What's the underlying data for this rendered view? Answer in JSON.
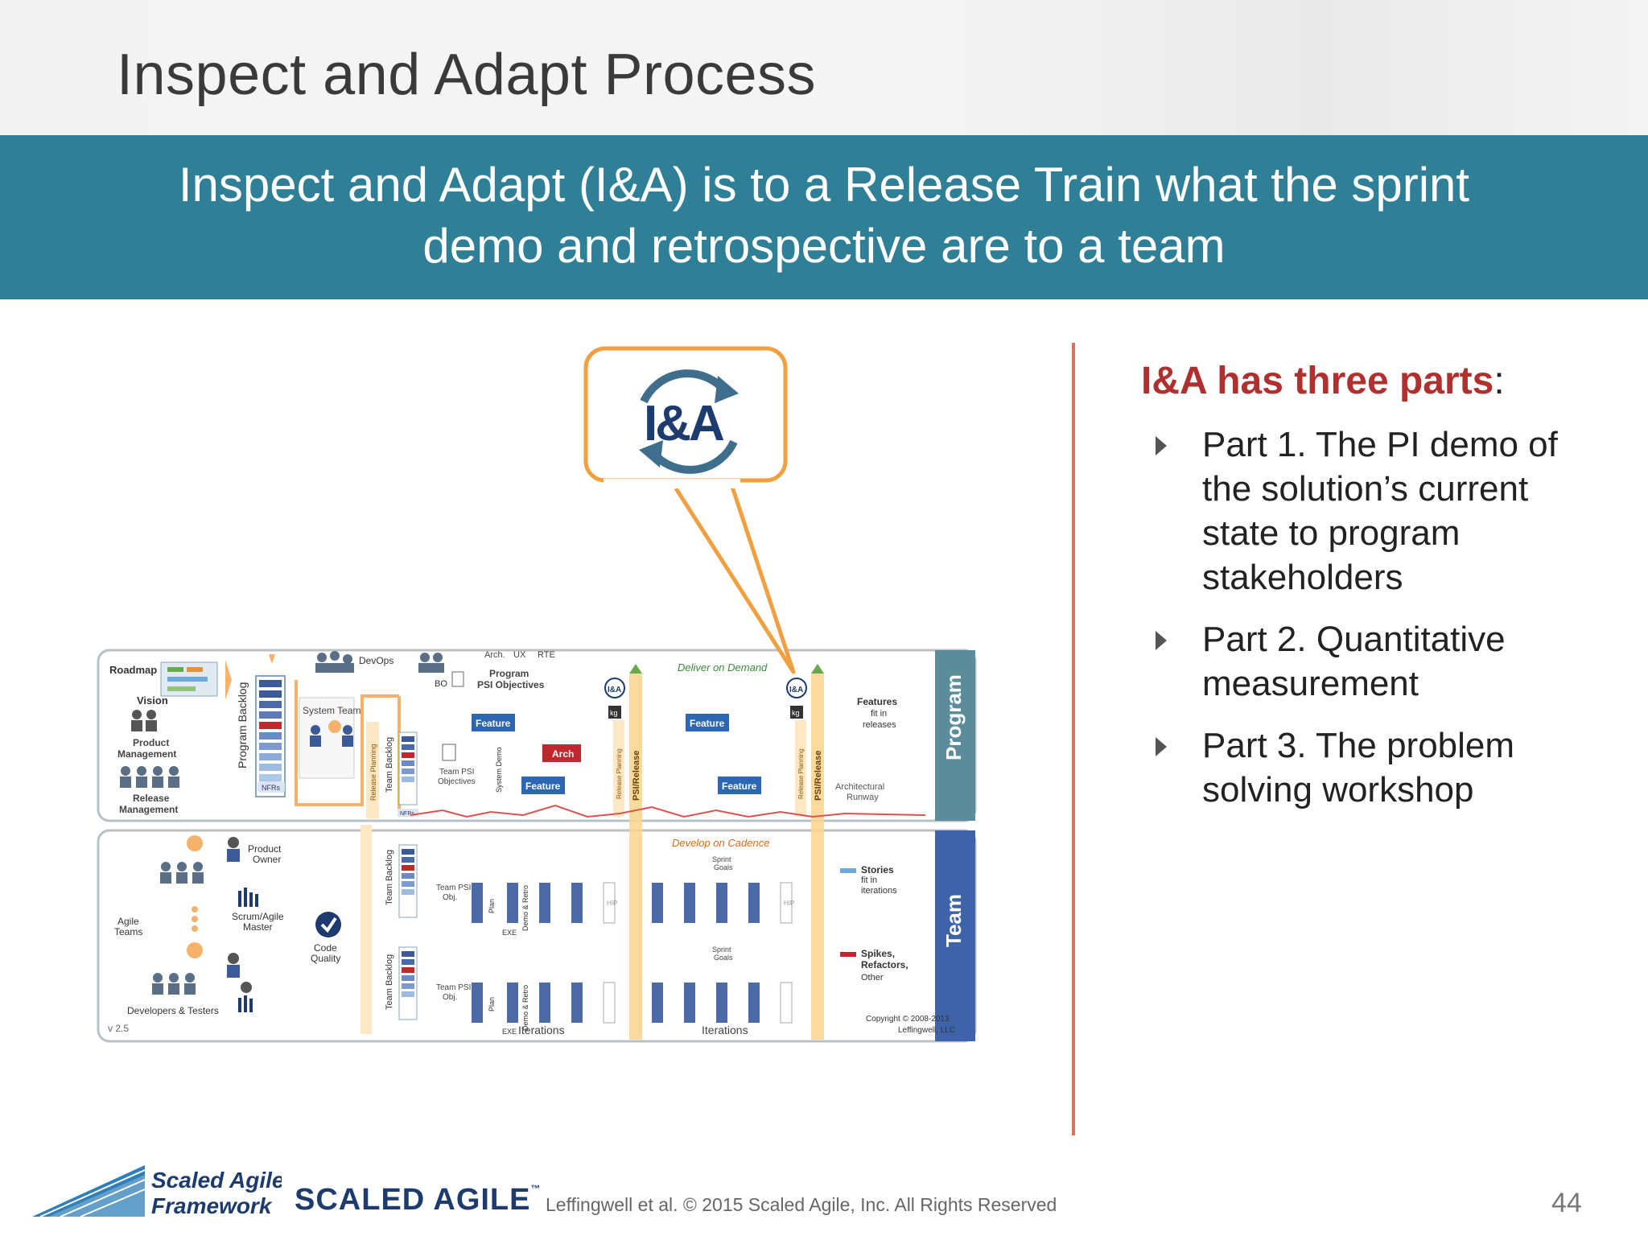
{
  "slide": {
    "title": "Inspect and Adapt Process",
    "banner_line1": "Inspect and Adapt (I&A) is to a Release Train what the sprint",
    "banner_line2": "demo and retrospective are to a team",
    "page_number": "44"
  },
  "parts": {
    "heading": "I&A has three parts",
    "colon": ":",
    "items": [
      "Part 1. The PI demo of the solution’s current state to program stakeholders",
      "Part 2. Quantitative measurement",
      "Part 3. The problem solving workshop"
    ]
  },
  "diagram": {
    "callout": "I&A",
    "roadmap": "Roadmap",
    "vision": "Vision",
    "program_backlog": "Program Backlog",
    "nfrs": "NFRs",
    "product_management": "Product Management",
    "release_management": "Release Management",
    "devops": "DevOps",
    "system_team": "System Team",
    "arch": "Arch.",
    "ux": "UX",
    "rte": "RTE",
    "bo": "BO",
    "program_psi_objectives": "Program PSI Objectives",
    "deliver_on_demand": "Deliver on Demand",
    "develop_on_cadence": "Develop on Cadence",
    "feature": "Feature",
    "arch_label": "Arch",
    "release_planning": "Release Planning",
    "team_backlog": "Team Backlog",
    "team_psi_objectives": "Team PSI Objectives",
    "team_psi_obj": "Team PSI Obj.",
    "system_demo": "System Demo",
    "psi_release": "PSI/Release",
    "features_fit": "Features fit in releases",
    "architectural_runway": "Architectural Runway",
    "program_band": "Program",
    "team_band": "Team",
    "product_owner": "Product Owner",
    "scrum_master": "Scrum/Agile Master",
    "agile_teams": "Agile Teams",
    "code_quality": "Code Quality",
    "developers_testers": "Developers & Testers",
    "version": "v 2.5",
    "sprint_goals": "Sprint Goals",
    "plan": "Plan",
    "exe": "EXE",
    "demo_retro": "Demo & Retro",
    "hip": "HIP",
    "iterations": "Iterations",
    "stories_title": "Stories",
    "stories_sub": "fit in iterations",
    "spikes_title": "Spikes, Refactors,",
    "spikes_sub": "Other",
    "copyright": "Copyright © 2008-2013",
    "leffingwell": "Leffingwell, LLC",
    "kg": "kg"
  },
  "footer": {
    "logo1_line1": "Scaled Agile",
    "logo1_line2": "Framework",
    "logo2": "SCALED AGILE",
    "trademark": "™",
    "copyright": "Leffingwell et al. © 2015 Scaled Agile, Inc. All Rights Reserved"
  },
  "colors": {
    "banner": "#2f7f96",
    "heading_red": "#b03030",
    "divider": "#e0705e",
    "callout_orange": "#f0a040",
    "program_band": "#5b8c9a",
    "team_band": "#3f63a8"
  }
}
